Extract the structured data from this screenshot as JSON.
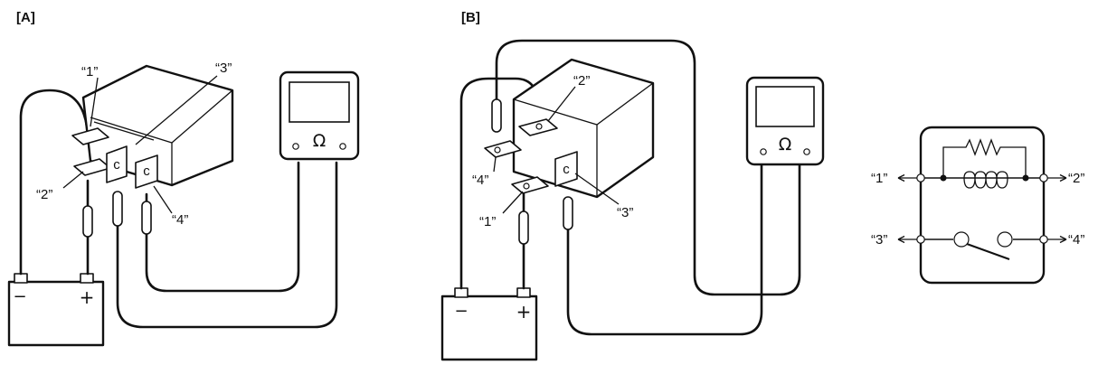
{
  "panel_a": {
    "title": "[A]",
    "terminal_labels": [
      "“1”",
      "“2”",
      "“3”",
      "“4”"
    ],
    "battery": {
      "neg": "−",
      "pos": "+"
    },
    "meter_symbol": "Ω"
  },
  "panel_b": {
    "title": "[B]",
    "terminal_labels": [
      "“1”",
      "“2”",
      "“3”",
      "“4”"
    ],
    "battery": {
      "neg": "−",
      "pos": "+"
    },
    "meter_symbol": "Ω"
  },
  "schematic": {
    "terminal_labels": [
      "“1”",
      "“2”",
      "“3”",
      "“4”"
    ]
  }
}
